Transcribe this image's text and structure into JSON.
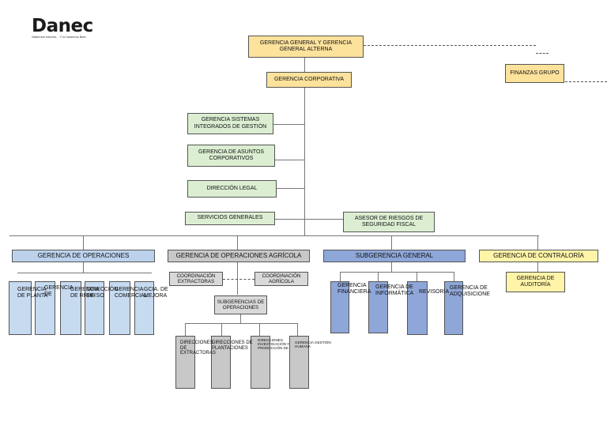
{
  "logo": {
    "brand": "Danec",
    "tagline": "Sabemos hacerlo... Y lo hacemos Bien"
  },
  "top": {
    "general": "GERENCIA GENERAL Y GERENCIA GENERAL ALTERNA",
    "corporativa": "GERENCIA CORPORATIVA",
    "finanzas": "FINANZAS GRUPO"
  },
  "staff": {
    "sistemas": "GERENCIA SISTEMAS INTEGRADOS DE GESTIÓN",
    "asuntos": "GERENCIA DE ASUNTOS CORPORATIVOS",
    "legal": "DIRECCIÓN LEGAL",
    "servicios": "SERVICIOS GENERALES",
    "riesgos": "ASESOR DE RIESGOS DE SEGURIDAD FISCAL"
  },
  "divisions": {
    "operaciones": "GERENCIA DE OPERACIONES",
    "agricola": "GERENCIA DE OPERACIONES AGRÍCOLA",
    "subgerencia": "SUBGERENCIA GENERAL",
    "contraloria": "GERENCIA DE CONTRALORÍA"
  },
  "operaciones_items": [
    "GERENCIA DE PLANTA",
    "GERENCIA DE",
    "GERENCIA DE RRHH",
    "DIRECCIÓN DE SO",
    "GERENCIA COMERCIAL",
    "GCIA. DE MEJORA"
  ],
  "agricola": {
    "coord_extractoras": "COORDINACIÓN EXTRACTORAS",
    "coord_agricola": "COORDINACIÓN AGRÍCOLA",
    "subgerencias": "SUBGERENCIAS DE OPERACIONES",
    "items": [
      "DIRECCIONES DE EXTRACTORAS",
      "DIRECCIONES DE PLANTACIONES",
      "DIRECCIONES INVESTIGACIÓN Y PRODUCCIÓN DE",
      "GERENCIA GESTIÓN HUMANA"
    ]
  },
  "subgerencia_items": [
    "GERENCIA FINANCIERA",
    "GERENCIA DE INFORMÁTICA",
    "REVISORÍA",
    "GERENCIA DE ADQUISICIONE"
  ],
  "contraloria": {
    "auditoria": "GERENCIA DE AUDITORÍA"
  },
  "colors": {
    "yellow": "#fde29c",
    "green": "#dbeed2",
    "blue": "#bcd2ec",
    "dark_blue": "#8ea6d8",
    "gray": "#c8c8c8",
    "contraloria": "#fff4a8"
  }
}
